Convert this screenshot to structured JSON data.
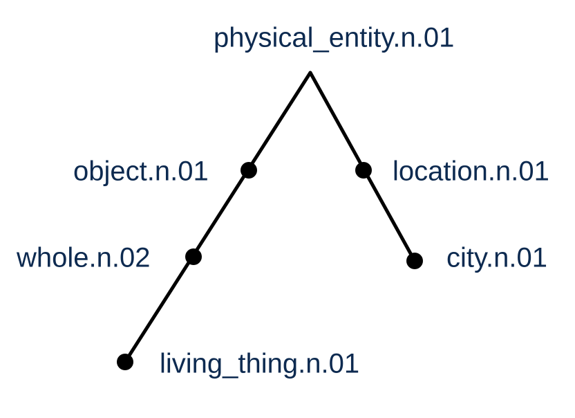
{
  "diagram": {
    "type": "tree",
    "colors": {
      "edge": "#000000",
      "node": "#000000",
      "label": "#0d2a50",
      "background": "#ffffff"
    },
    "root": {
      "label": "physical_entity.n.01"
    },
    "nodes": [
      {
        "id": "object",
        "label": "object.n.01",
        "parent": "root"
      },
      {
        "id": "whole",
        "label": "whole.n.02",
        "parent": "object"
      },
      {
        "id": "living_thing",
        "label": "living_thing.n.01",
        "parent": "whole"
      },
      {
        "id": "location",
        "label": "location.n.01",
        "parent": "root"
      },
      {
        "id": "city",
        "label": "city.n.01",
        "parent": "location"
      }
    ]
  }
}
